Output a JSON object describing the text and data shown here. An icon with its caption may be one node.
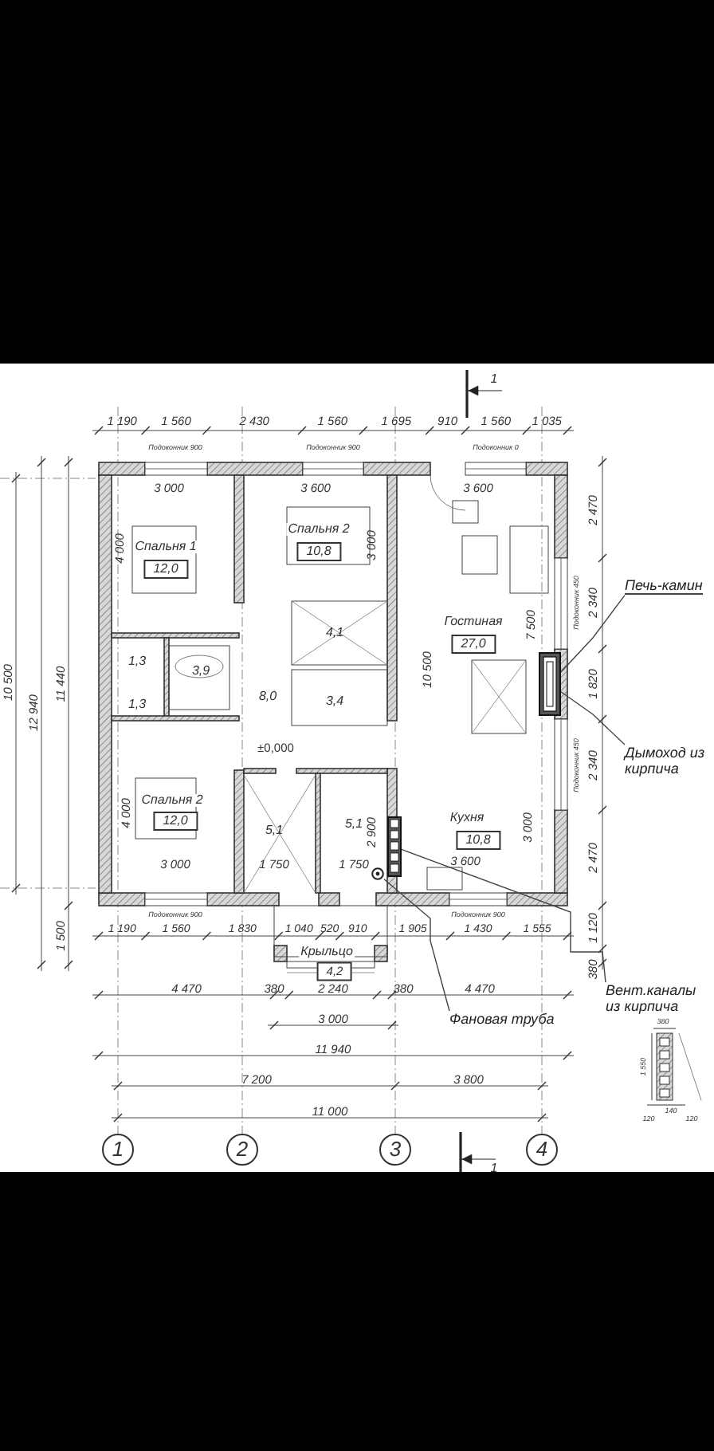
{
  "diagram": {
    "nodes": [
      {
        "text": [
          "Печь-камин"
        ]
      },
      {
        "text": [],
        "shape": "box"
      },
      {
        "text": [
          "Дымоход из кирпича"
        ]
      },
      {
        "text": [
          "Фановая труба"
        ]
      },
      {
        "text": [],
        "shape": "circle"
      },
      {
        "text": [
          "Вент.каналы из кирпича"
        ]
      },
      {
        "text": [],
        "shape": "box"
      }
    ],
    "edges": [
      {
        "from": 0,
        "to": 1,
        "arrow": "none"
      },
      {
        "from": 2,
        "to": 1,
        "arrow": "none"
      },
      {
        "from": 3,
        "to": 4,
        "arrow": "none"
      },
      {
        "from": 5,
        "to": 6,
        "arrow": "none"
      }
    ],
    "labels": [
      "1",
      "1 190",
      "1 560",
      "2 430",
      "1 560",
      "1 695",
      "910",
      "1 560",
      "1 035",
      "Подоконник 900",
      "Подоконник 900",
      "Подоконник 0",
      "3 000",
      "3 600",
      "3 600",
      "Спальня 1",
      "12,0",
      "Спальня 2",
      "10,8",
      "4 000",
      "3 000",
      "1,3",
      "3,9",
      "4,1",
      "Гостиная",
      "27,0",
      "7 500",
      "10 500",
      "1,3",
      "8,0",
      "3,4",
      "±0,000",
      "Спальня 2",
      "12,0",
      "4 000",
      "5,1",
      "5,1",
      "2 900",
      "Кухня",
      "10,8",
      "3 000",
      "3 000",
      "1 750",
      "1 750",
      "3 600",
      "1 190",
      "1 560",
      "1 830",
      "1 040",
      "520",
      "910",
      "1 905",
      "1 430",
      "1 555",
      "Подоконник 900",
      "Подоконник 900",
      "Крыльцо",
      "4,2",
      "4 470",
      "380",
      "2 240",
      "380",
      "4 470",
      "3 000",
      "11 940",
      "7 200",
      "3 800",
      "11 000",
      "1",
      "2",
      "3",
      "4",
      "1",
      "10 500",
      "12 940",
      "11 440",
      "1 500",
      "2 470",
      "2 340",
      "1 820",
      "2 340",
      "2 470",
      "1 120",
      "380",
      "Подоконник 450",
      "Подоконник 450",
      "380",
      "1 550",
      "140",
      "120",
      "120"
    ]
  }
}
